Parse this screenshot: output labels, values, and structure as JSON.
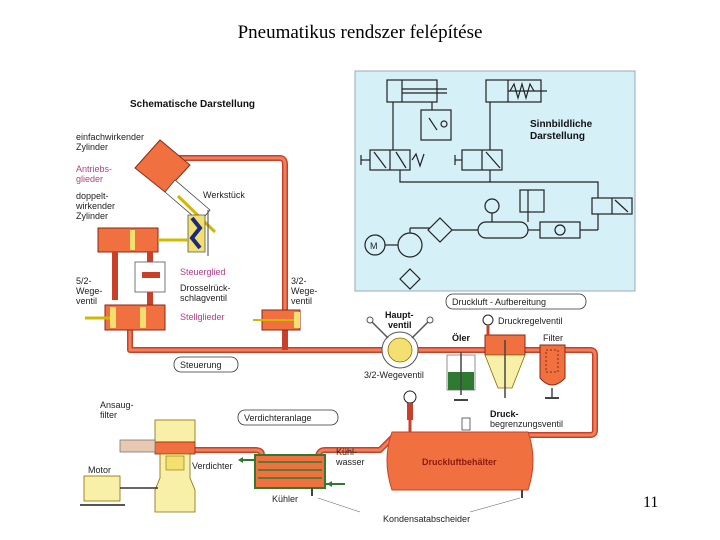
{
  "slide": {
    "title": "Pneumatikus rendszer felépítése",
    "page_number": "11"
  },
  "diagram": {
    "schematic_heading": "Schematische Darstellung",
    "symbolic_heading_line1": "Sinnbildliche",
    "symbolic_heading_line2": "Darstellung",
    "labels": {
      "einfach_1": "einfachwirkender",
      "einfach_2": "Zylinder",
      "antrieb_1": "Antriebs-",
      "antrieb_2": "glieder",
      "doppelt_1": "doppelt-",
      "doppelt_2": "wirkender",
      "doppelt_3": "Zylinder",
      "werkstueck": "Werkstück",
      "steuerglied": "Steuerglied",
      "drossel_1": "Drosselrück-",
      "drossel_2": "schlagventil",
      "wege52_1": "5/2-",
      "wege52_2": "Wege-",
      "wege52_3": "ventil",
      "wege32_1": "3/2-",
      "wege32_2": "Wege-",
      "wege32_3": "ventil",
      "stellglieder": "Stellglieder",
      "steuerung": "Steuerung",
      "haupt_1": "Haupt-",
      "haupt_2": "ventil",
      "wege32_main": "3/2-Wegeventil",
      "aufbereitung": "Druckluft - Aufbereitung",
      "druckregel": "Druckregelventil",
      "oeler": "Öler",
      "filter": "Filter",
      "druckbegr_1": "Druck-",
      "druckbegr_2": "begrenzungsventil",
      "ansaug_1": "Ansaug-",
      "ansaug_2": "filter",
      "verdichteranlage": "Verdichteranlage",
      "verdichter": "Verdichter",
      "kuehl_1": "Kühl-",
      "kuehl_2": "wasser",
      "kuehler": "Kühler",
      "motor": "Motor",
      "behaelter": "Druckluftbehälter",
      "kondensat": "Kondensatabscheider",
      "sym_motor": "M"
    },
    "colors": {
      "pipe": "#c9402a",
      "component": "#f07040",
      "yellow": "#f4e070",
      "oil": "#2d7a30",
      "symbolic_bg": "#d6f0f8",
      "purple_label": "#b0408a"
    }
  }
}
